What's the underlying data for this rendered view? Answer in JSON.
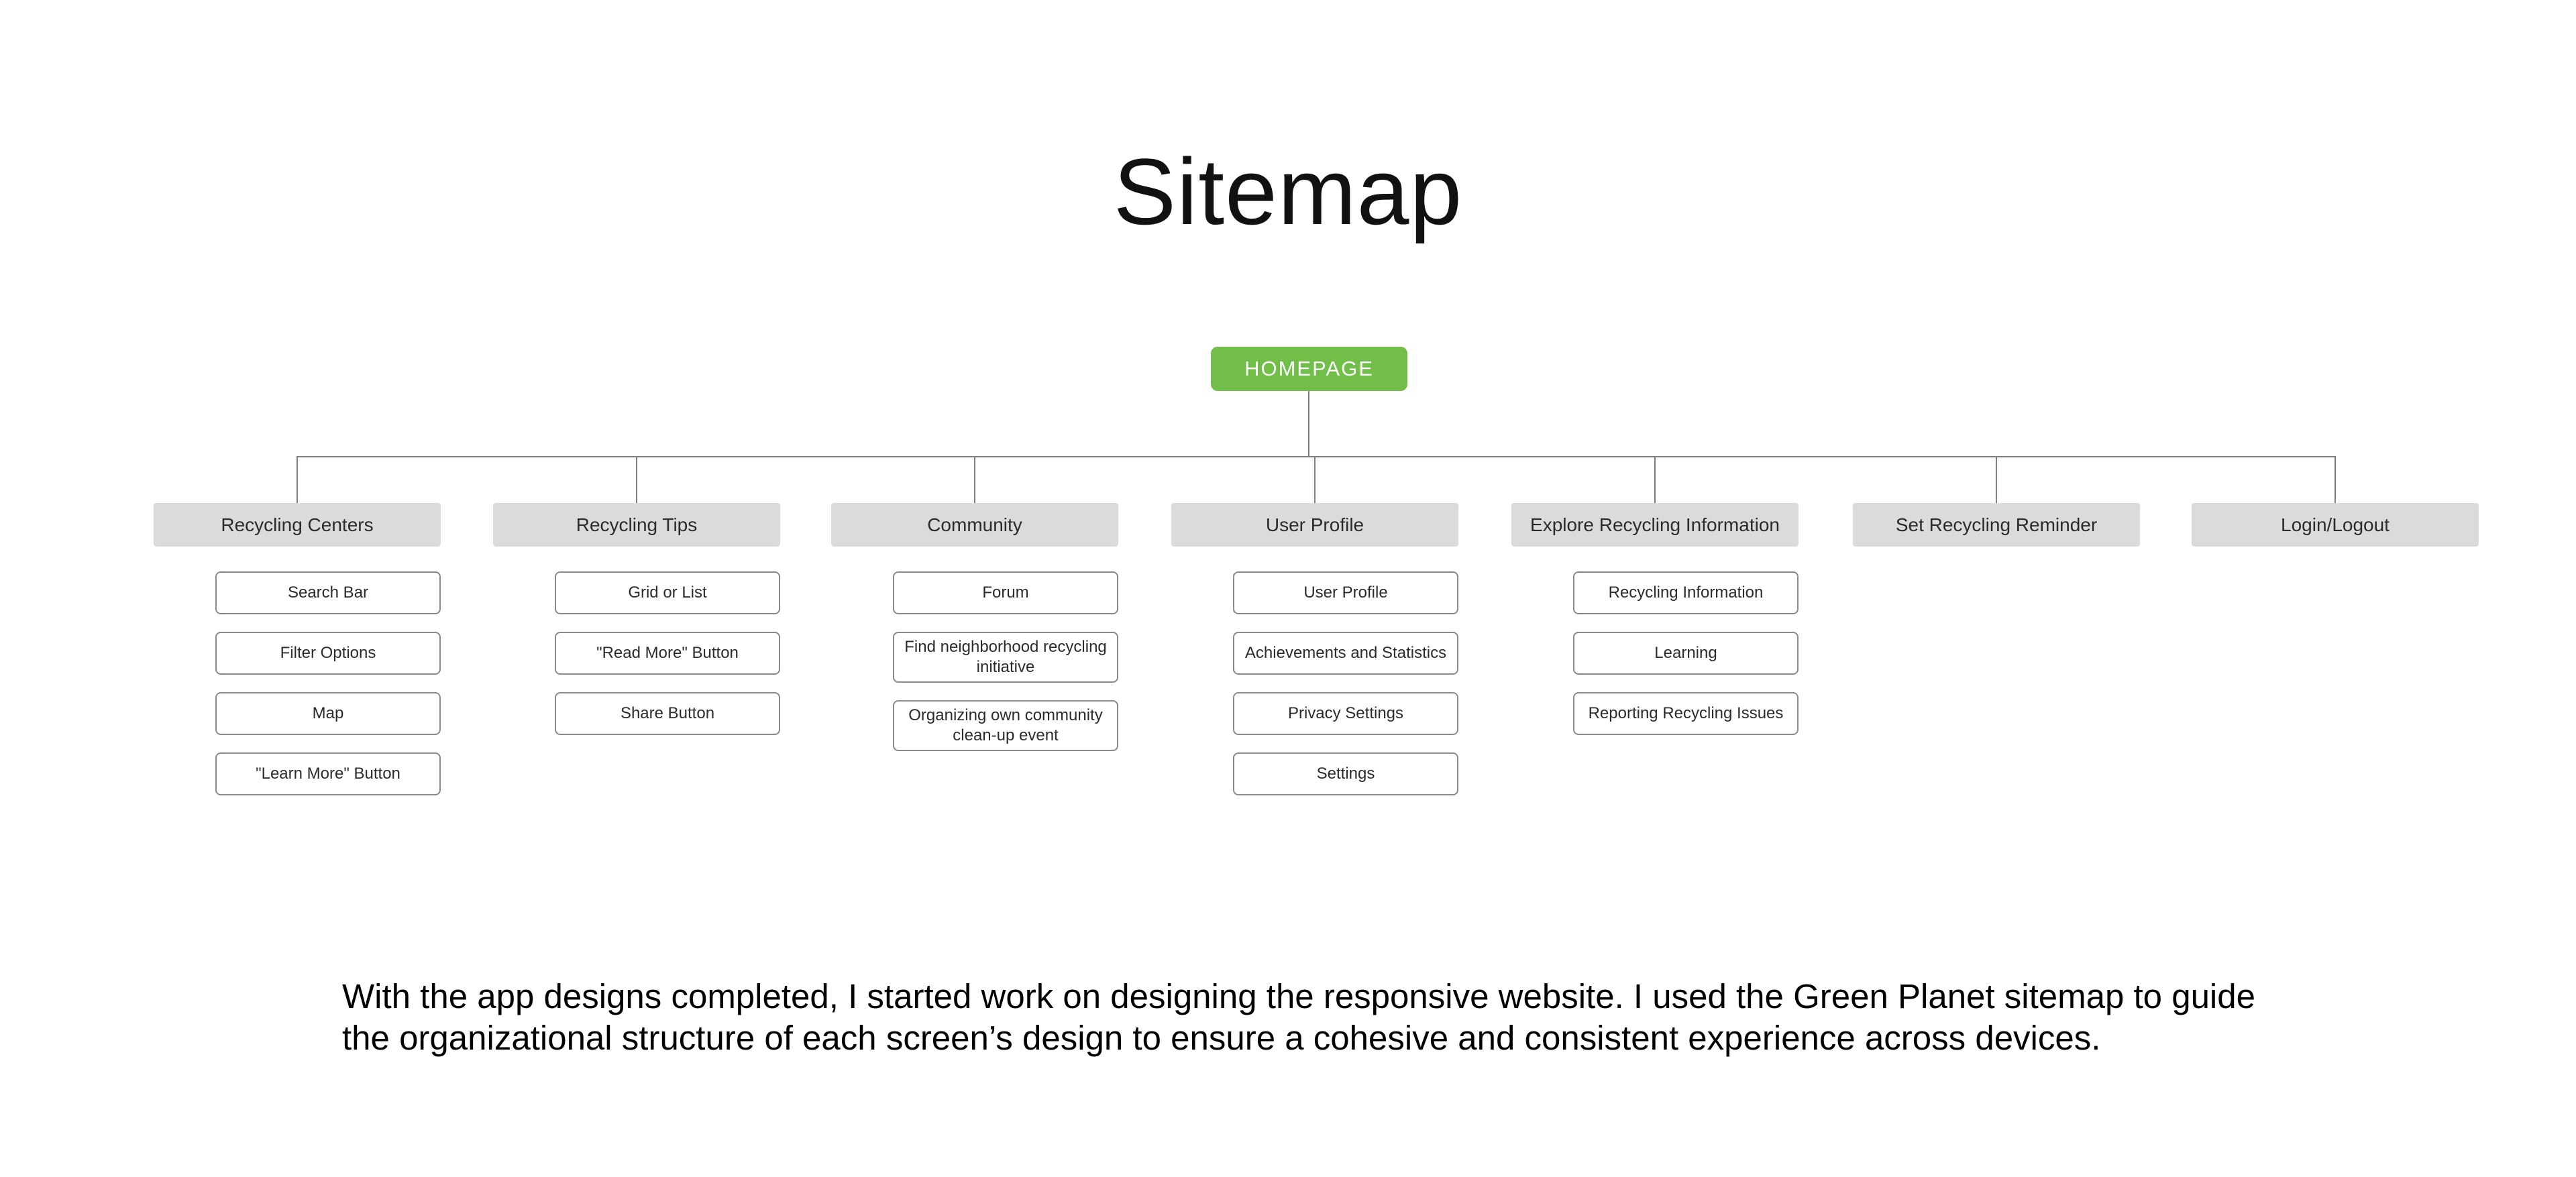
{
  "page": {
    "title": "Sitemap"
  },
  "colors": {
    "accent": "#71be48",
    "header": "#dbdbdb",
    "border": "#8a8a8a",
    "line": "#7d7d7d"
  },
  "homepage": {
    "label": "HOMEPAGE"
  },
  "sections": [
    {
      "label": "Recycling Centers",
      "children": [
        "Search Bar",
        "Filter Options",
        "Map",
        "\"Learn More\" Button"
      ]
    },
    {
      "label": "Recycling Tips",
      "children": [
        "Grid or List",
        "\"Read More\" Button",
        "Share Button"
      ]
    },
    {
      "label": "Community",
      "children": [
        "Forum",
        "Find neighborhood recycling initiative",
        "Organizing own community clean-up event"
      ]
    },
    {
      "label": "User Profile",
      "children": [
        "User Profile",
        "Achievements and Statistics",
        "Privacy Settings",
        "Settings"
      ]
    },
    {
      "label": "Explore Recycling Information",
      "children": [
        "Recycling Information",
        "Learning",
        "Reporting Recycling Issues"
      ]
    },
    {
      "label": "Set Recycling Reminder",
      "children": []
    },
    {
      "label": "Login/Logout",
      "children": []
    }
  ],
  "caption": {
    "text": "With the app designs completed, I started work on designing the responsive website. I used the Green Planet sitemap to guide the organizational structure of each screen’s design to ensure a cohesive and consistent experience across devices."
  }
}
